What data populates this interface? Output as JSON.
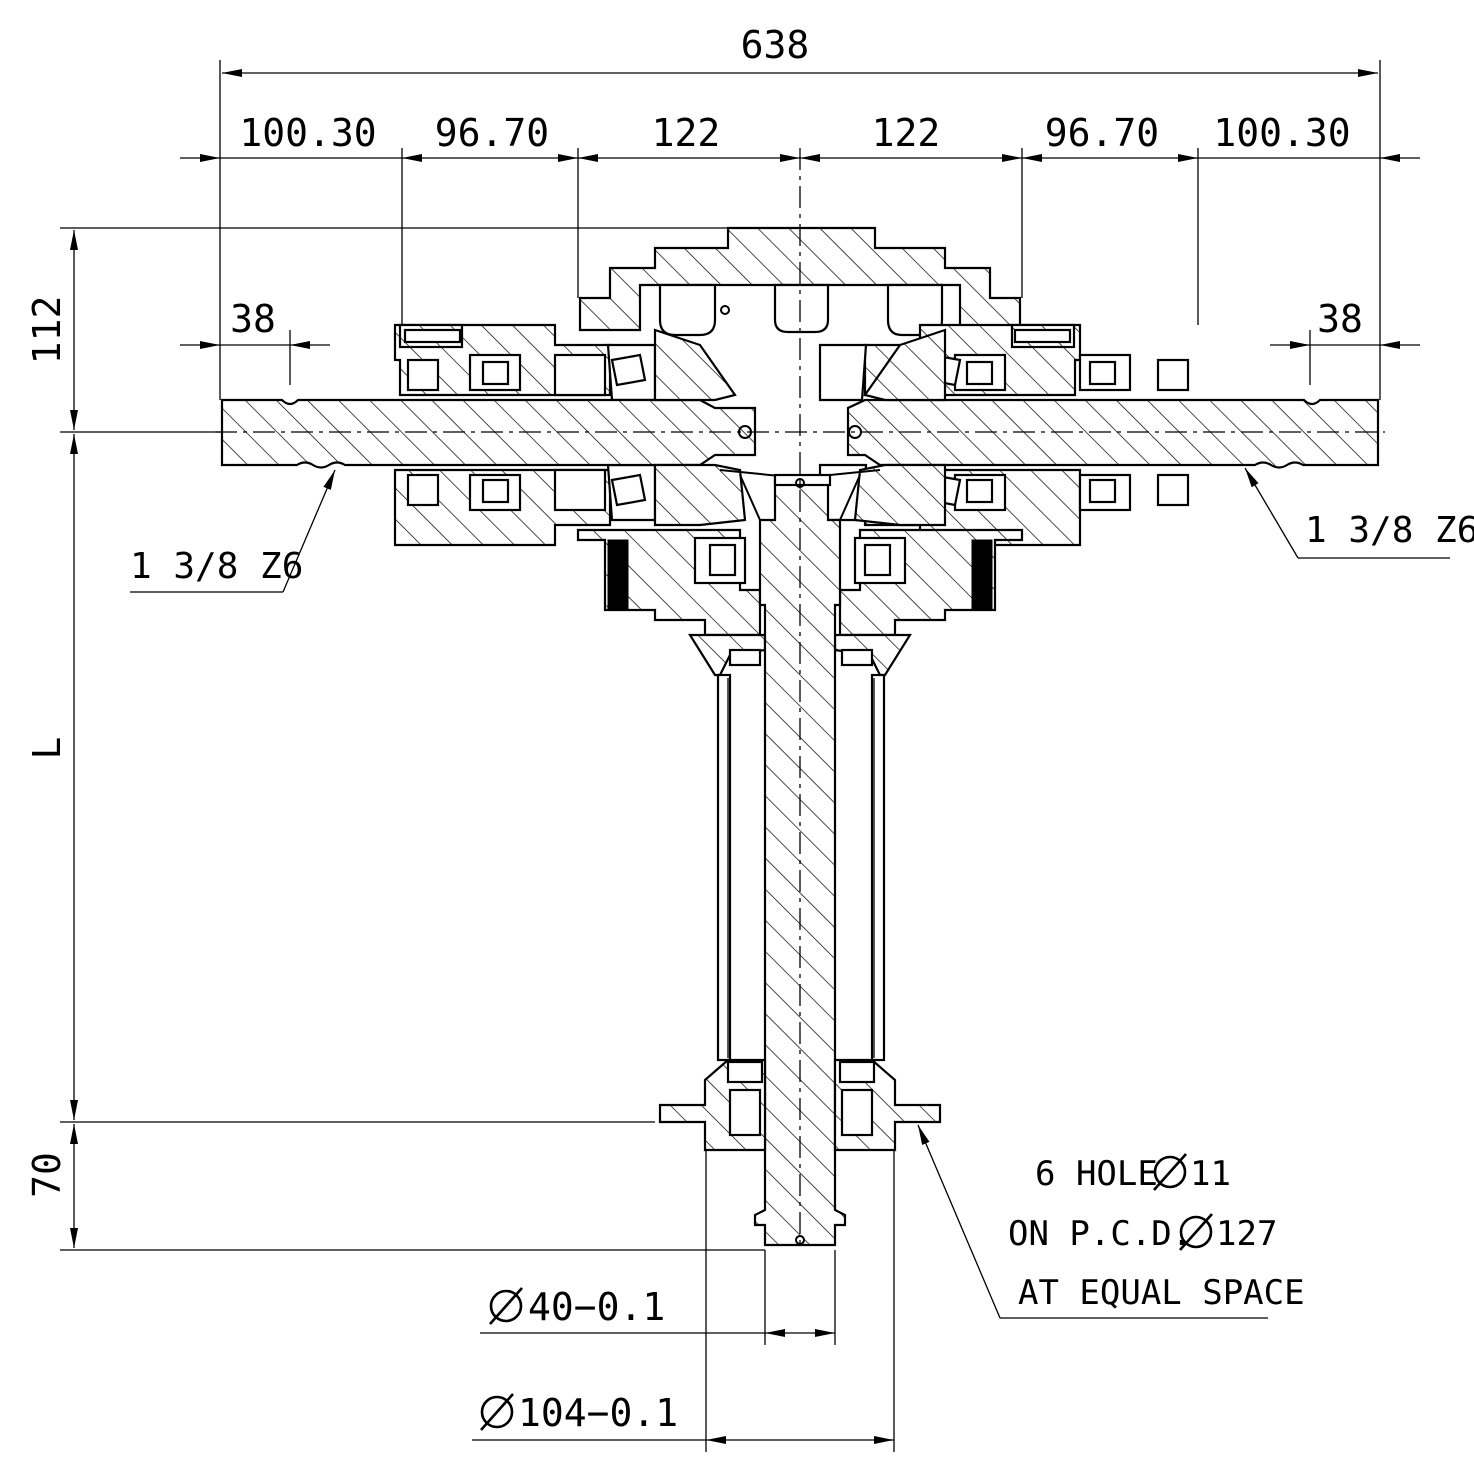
{
  "dimensions": {
    "overall_width": "638",
    "seg_left_outer": "100.30",
    "seg_left_mid": "96.70",
    "seg_left_inner": "122",
    "seg_right_inner": "122",
    "seg_right_mid": "96.70",
    "seg_right_outer": "100.30",
    "left_spline": "38",
    "right_spline": "38",
    "height_top": "112",
    "height_shaft": "L",
    "height_bottom": "70",
    "shaft_diameter": "40−0.1",
    "pilot_diameter": "104−0.1"
  },
  "annotations": {
    "left_shaft_spline": "1 3/8 Z6",
    "right_shaft_spline": "1 3/8 Z6",
    "hole_note_line1": "6 HOLE",
    "hole_note_line1_value": "11",
    "hole_note_line2": "ON P.C.D.",
    "hole_note_line2_value": "127",
    "hole_note_line3": "AT EQUAL SPACE"
  },
  "colors": {
    "ink": "#000000",
    "paper": "#ffffff"
  }
}
